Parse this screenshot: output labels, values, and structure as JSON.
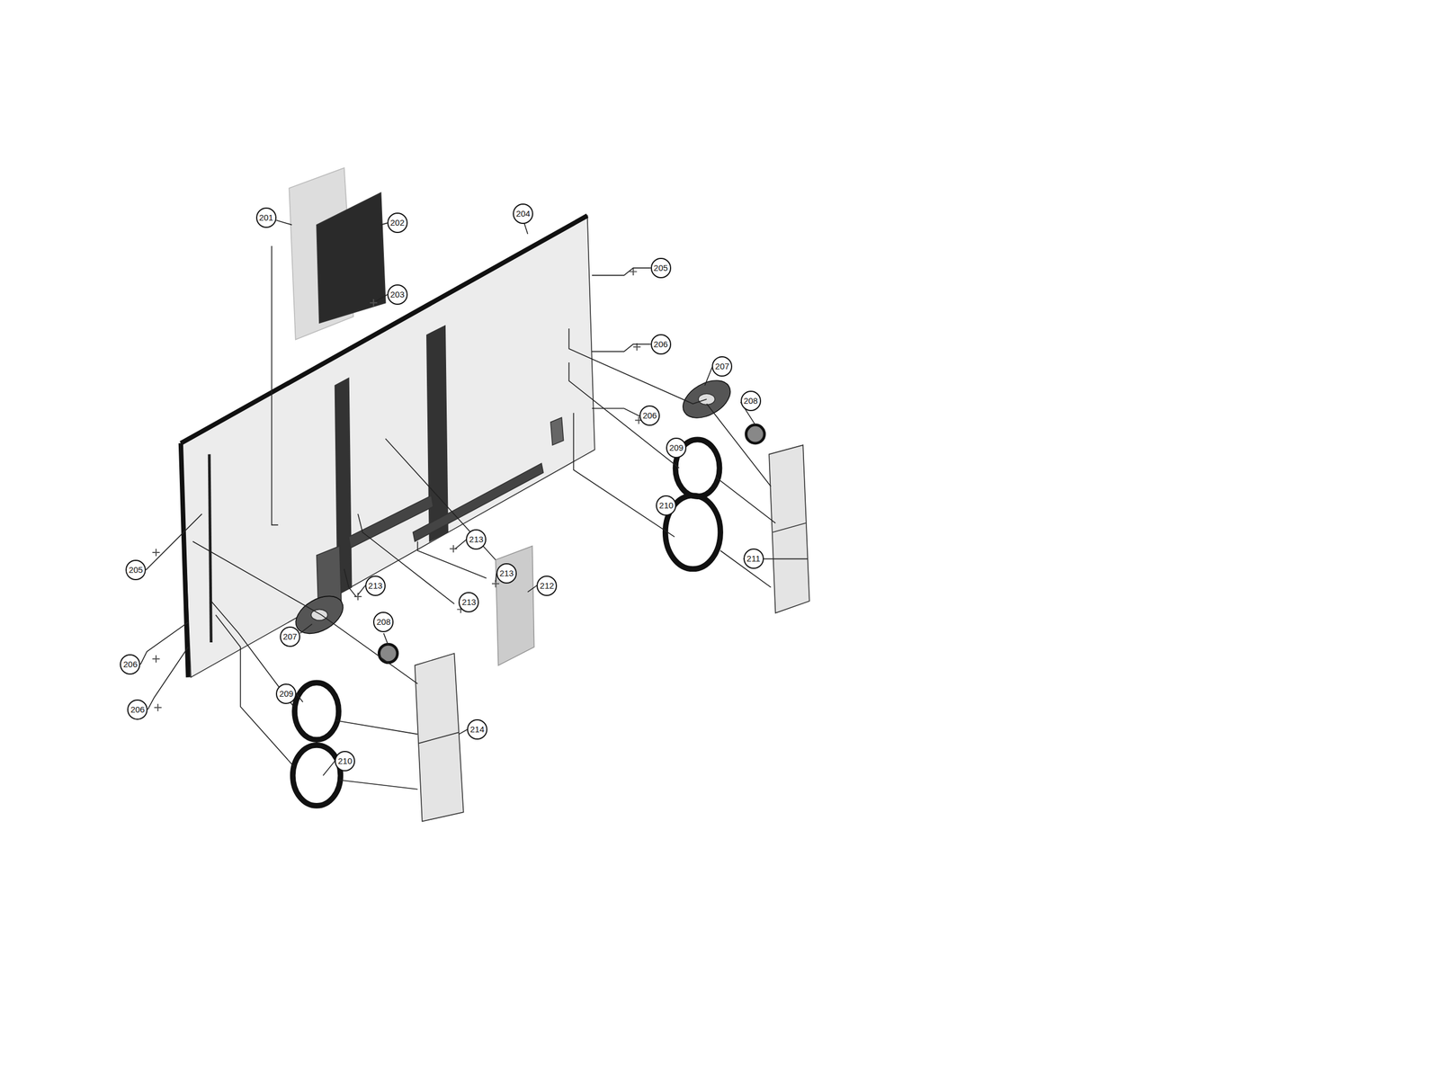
{
  "diagram": {
    "labels": [
      "201",
      "202",
      "204",
      "203",
      "205",
      "206",
      "207",
      "208",
      "206",
      "209",
      "210",
      "211",
      "213",
      "213",
      "212",
      "213",
      "213",
      "205",
      "207",
      "208",
      "206",
      "209",
      "214",
      "206",
      "210"
    ]
  }
}
